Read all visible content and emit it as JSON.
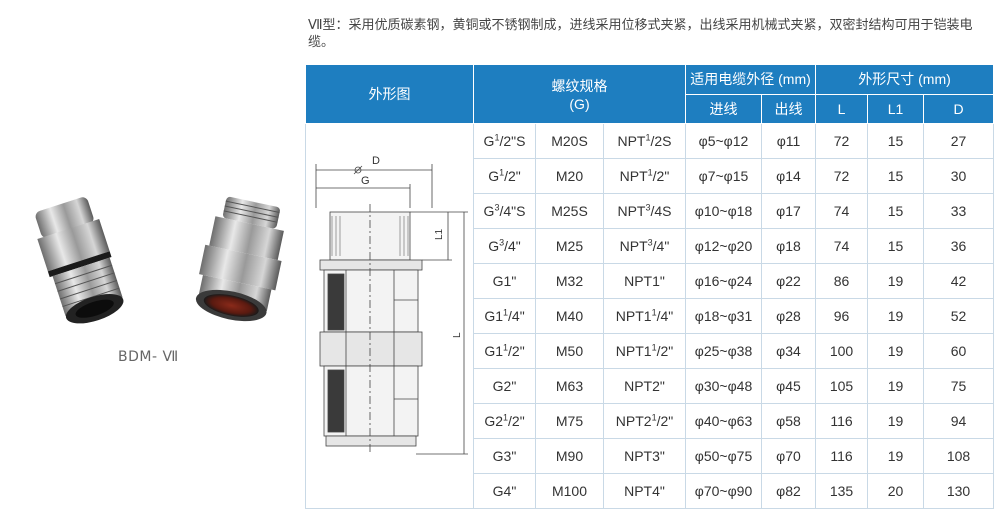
{
  "description": "Ⅶ型：采用优质碳素钢，黄铜或不锈钢制成，进线采用位移式夹紧，出线采用机械式夹紧，双密封结构可用于铠装电缆。",
  "product_caption": "BDM- Ⅶ",
  "table": {
    "headers": {
      "shape": "外形图",
      "thread": "螺纹规格",
      "thread_sub": "(G)",
      "cable_od": "适用电缆外径 (mm)",
      "inlet": "进线",
      "outlet": "出线",
      "dims": "外形尺寸 (mm)",
      "L": "L",
      "L1": "L1",
      "D": "D"
    },
    "rows": [
      {
        "g": "G1/2\"S",
        "m": "M20S",
        "npt": "NPT1/2S",
        "in": "φ5~φ12",
        "out": "φ11",
        "L": "72",
        "L1": "15",
        "D": "27"
      },
      {
        "g": "G1/2\"",
        "m": "M20",
        "npt": "NPT1/2\"",
        "in": "φ7~φ15",
        "out": "φ14",
        "L": "72",
        "L1": "15",
        "D": "30"
      },
      {
        "g": "G3/4\"S",
        "m": "M25S",
        "npt": "NPT3/4S",
        "in": "φ10~φ18",
        "out": "φ17",
        "L": "74",
        "L1": "15",
        "D": "33"
      },
      {
        "g": "G3/4\"",
        "m": "M25",
        "npt": "NPT3/4\"",
        "in": "φ12~φ20",
        "out": "φ18",
        "L": "74",
        "L1": "15",
        "D": "36"
      },
      {
        "g": "G1\"",
        "m": "M32",
        "npt": "NPT1\"",
        "in": "φ16~φ24",
        "out": "φ22",
        "L": "86",
        "L1": "19",
        "D": "42"
      },
      {
        "g": "G1 1/4\"",
        "m": "M40",
        "npt": "NPT1 1/4\"",
        "in": "φ18~φ31",
        "out": "φ28",
        "L": "96",
        "L1": "19",
        "D": "52"
      },
      {
        "g": "G1 1/2\"",
        "m": "M50",
        "npt": "NPT1 1/2\"",
        "in": "φ25~φ38",
        "out": "φ34",
        "L": "100",
        "L1": "19",
        "D": "60"
      },
      {
        "g": "G2\"",
        "m": "M63",
        "npt": "NPT2\"",
        "in": "φ30~φ48",
        "out": "φ45",
        "L": "105",
        "L1": "19",
        "D": "75"
      },
      {
        "g": "G2 1/2\"",
        "m": "M75",
        "npt": "NPT2 1/2\"",
        "in": "φ40~φ63",
        "out": "φ58",
        "L": "116",
        "L1": "19",
        "D": "94"
      },
      {
        "g": "G3\"",
        "m": "M90",
        "npt": "NPT3\"",
        "in": "φ50~φ75",
        "out": "φ70",
        "L": "116",
        "L1": "19",
        "D": "108"
      },
      {
        "g": "G4\"",
        "m": "M100",
        "npt": "NPT4\"",
        "in": "φ70~φ90",
        "out": "φ82",
        "L": "135",
        "L1": "20",
        "D": "130"
      }
    ]
  },
  "drawing_labels": {
    "D": "D",
    "G": "G",
    "L": "L",
    "L1": "L1"
  },
  "colors": {
    "header_bg": "#1e7ec0",
    "header_text": "#ffffff",
    "grid": "#c9d9e6"
  }
}
